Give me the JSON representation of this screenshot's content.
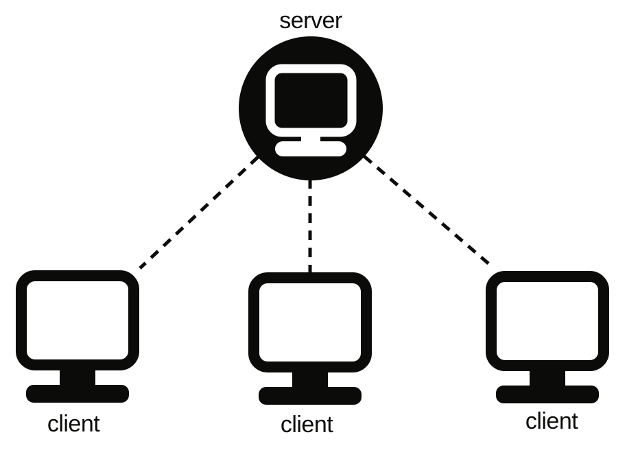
{
  "diagram": {
    "background": "#ffffff",
    "foreground": "#0b0b09",
    "server": {
      "label": "server",
      "icon": "monitor-icon",
      "shape": "filled-circle"
    },
    "clients": [
      {
        "label": "client",
        "icon": "monitor-icon"
      },
      {
        "label": "client",
        "icon": "monitor-icon"
      },
      {
        "label": "client",
        "icon": "monitor-icon"
      }
    ],
    "connections": {
      "style": "dashed",
      "dash_array": "14 11",
      "edges": [
        {
          "from": "server",
          "to": "client-left"
        },
        {
          "from": "server",
          "to": "client-middle"
        },
        {
          "from": "server",
          "to": "client-right"
        }
      ]
    }
  }
}
